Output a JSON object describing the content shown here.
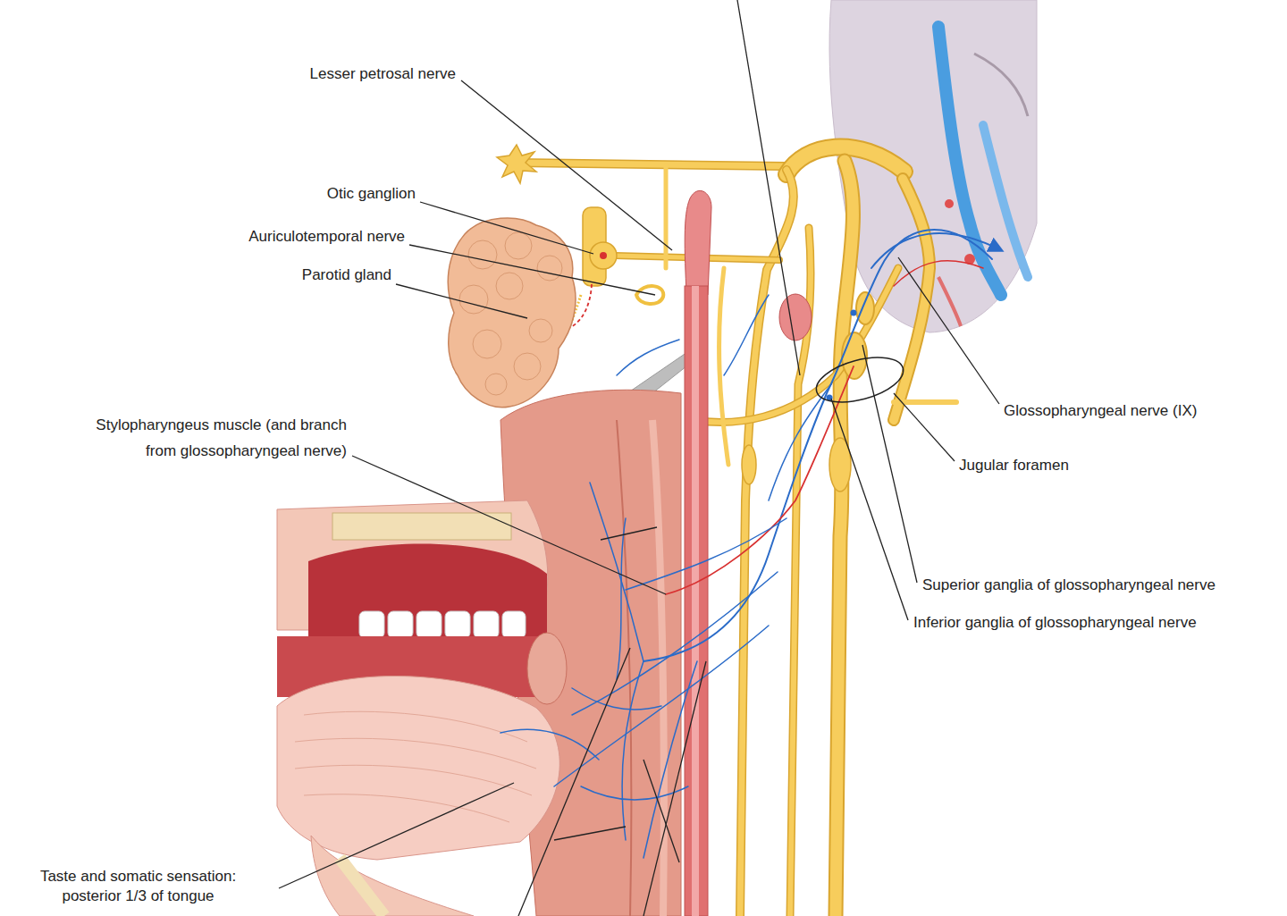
{
  "diagram": {
    "labels": [
      "Lesser petrosal nerve",
      "Otic ganglion",
      "Auriculotemporal nerve",
      "Parotid gland",
      "Stylopharyngeus muscle (and branch from glossopharyngeal nerve)",
      "Glossopharyngeal nerve (IX)",
      "Jugular foramen",
      "Superior ganglia of glossopharyngeal nerve",
      "Inferior ganglia of glossopharyngeal nerve",
      "Taste and somatic sensation: posterior 1/3 of tongue"
    ]
  }
}
